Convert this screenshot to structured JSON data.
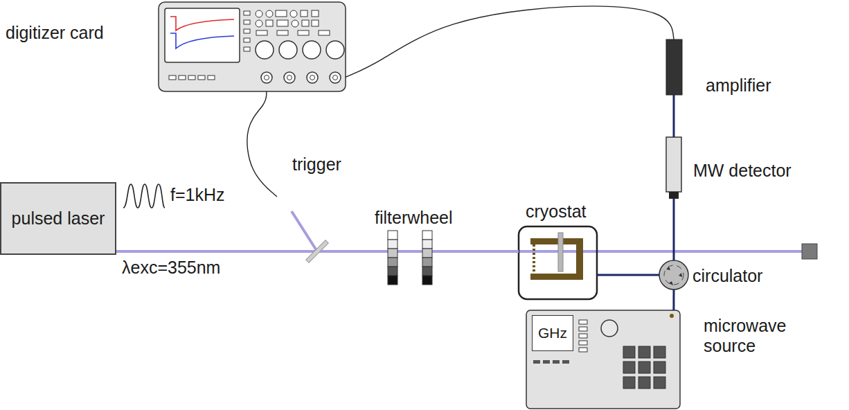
{
  "diagram": {
    "nodes": [
      {
        "text": [
          "pulsed laser"
        ]
      },
      {
        "text": [
          "digitizer card"
        ]
      },
      {
        "text": [
          "trigger"
        ]
      },
      {
        "text": [
          "cryostat"
        ]
      },
      {
        "text": [
          "circulator"
        ]
      },
      {
        "text": [
          "MW detector"
        ]
      },
      {
        "text": [
          "amplifier"
        ]
      },
      {
        "text": [
          "microwave source"
        ]
      },
      {
        "text": [
          "GHz"
        ],
        "in": 7
      }
    ],
    "edges": [
      {
        "from": 0,
        "to": 3,
        "arrow": "none"
      },
      {
        "from": 0,
        "to": 2,
        "arrow": "none"
      },
      {
        "from": 2,
        "to": 1,
        "arrow": "none"
      },
      {
        "from": 6,
        "to": 1,
        "arrow": "none"
      },
      {
        "from": 5,
        "to": 6,
        "arrow": "none"
      },
      {
        "from": 4,
        "to": 5,
        "arrow": "none"
      },
      {
        "from": 3,
        "to": 4,
        "arrow": "none"
      },
      {
        "from": 7,
        "to": 4,
        "arrow": "none"
      }
    ],
    "labels": [
      "f=1kHz",
      "λexc=355nm",
      "filterwheel"
    ]
  }
}
